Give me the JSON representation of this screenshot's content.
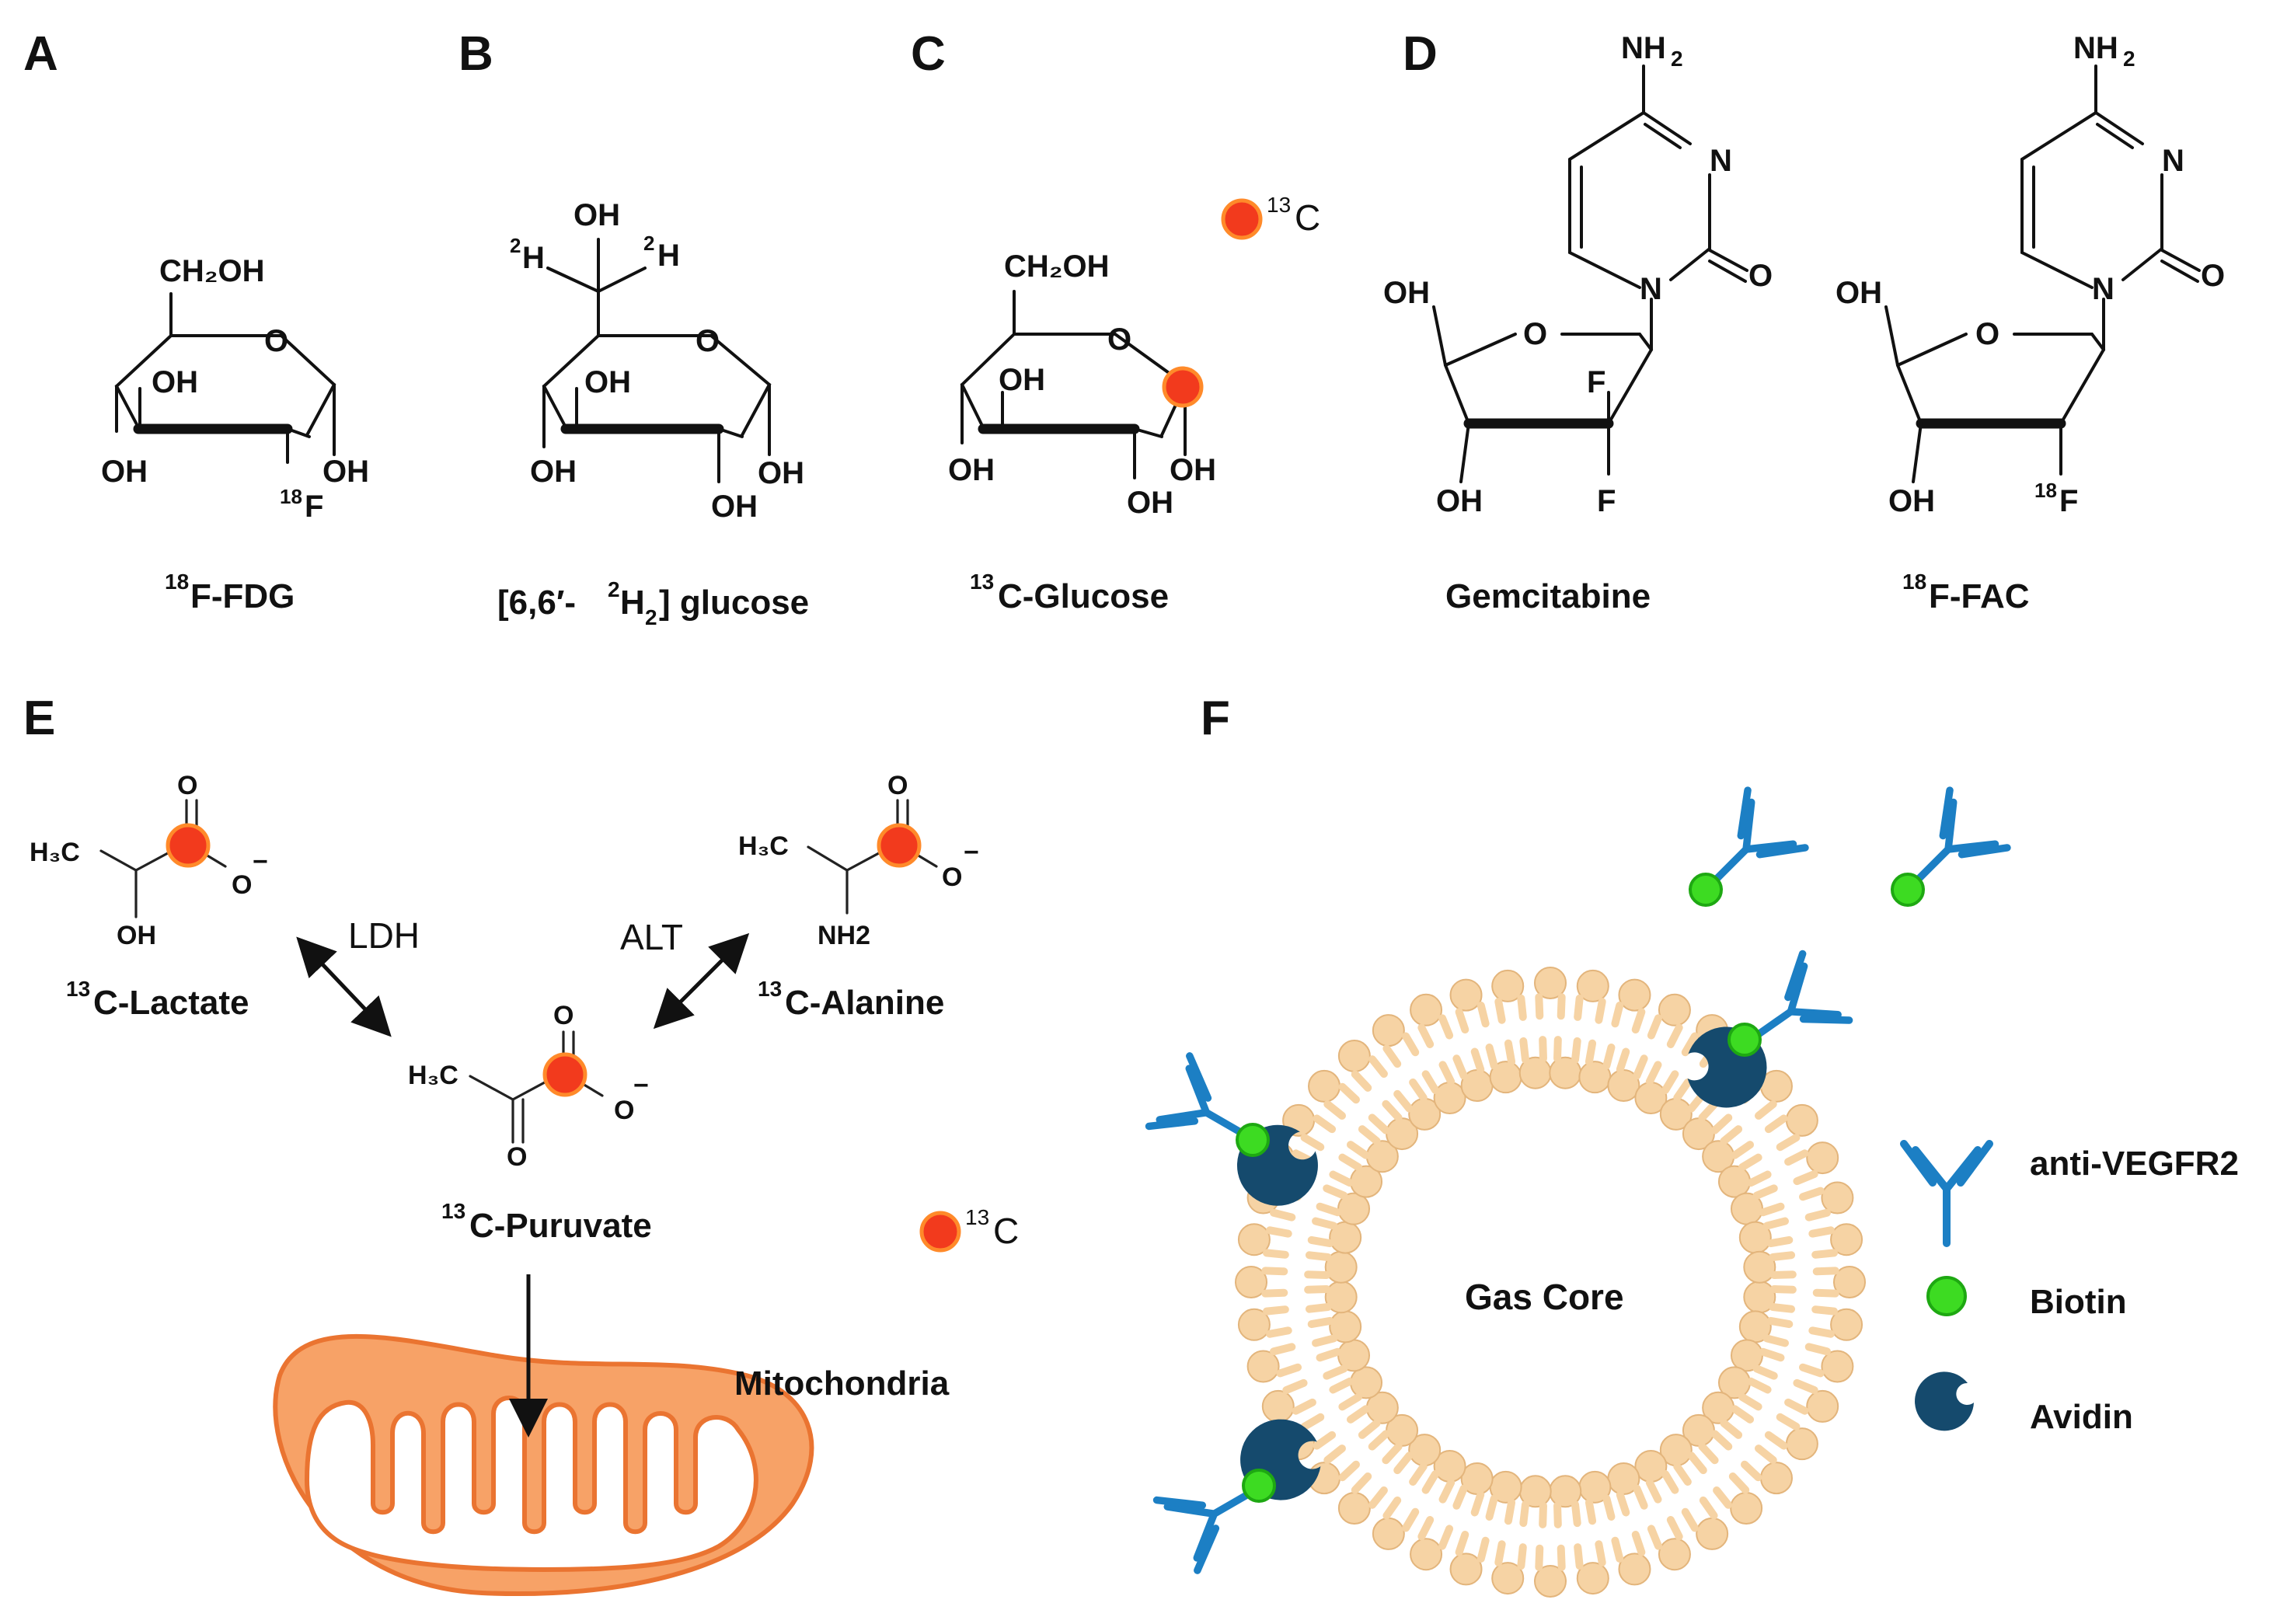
{
  "panels": {
    "a": "A",
    "b": "B",
    "c": "C",
    "d": "D",
    "e": "E",
    "f": "F"
  },
  "labels": {
    "oh": "OH",
    "o": "O",
    "n": "N",
    "f": "F",
    "h": "H",
    "ch2oh": "CH₂OH",
    "nh2": "NH",
    "nh2_sub": "2",
    "iso18": "18",
    "iso2": "2",
    "iso13": "13",
    "c": "C",
    "h3c": "H₃C",
    "nh2_plain": "NH2",
    "minus": "−"
  },
  "captions": {
    "fdg": "F-FDG",
    "glucose_h2_pre": "[6,6′-",
    "glucose_h2_mid": "H",
    "glucose_h2_post": "] glucose",
    "c13_glucose": "C-Glucose",
    "gemcitabine": "Gemcitabine",
    "fac": "F-FAC"
  },
  "metabolism": {
    "lactate": "C-Lactate",
    "alanine": "C-Alanine",
    "pyruvate": "C-Puruvate",
    "ldh": "LDH",
    "alt": "ALT",
    "mitochondria": "Mitochondria"
  },
  "microbubble": {
    "core": "Gas Core",
    "legend": {
      "antibody": "anti-VEGFR2",
      "biotin": "Biotin",
      "avidin": "Avidin"
    }
  },
  "colors": {
    "label13c": "#f23a1d",
    "label13c_ring": "#ff8a2a",
    "mito_fill": "#f7a267",
    "mito_stroke": "#ea7431",
    "lipid": "#f6d3a4",
    "lipid_stroke": "#e3b57c",
    "antibody": "#1c7fc4",
    "biotin": "#3ddb22",
    "avidin": "#154a6d"
  }
}
